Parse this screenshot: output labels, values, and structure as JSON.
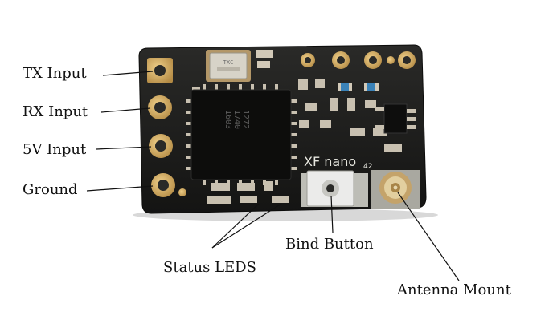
{
  "labels": {
    "tx_input": "TX Input",
    "rx_input": "RX Input",
    "v5_input": "5V Input",
    "ground": "Ground",
    "bind_button": "Bind Button",
    "status_leds": "Status LEDS",
    "antenna_mount": "Antenna Mount"
  },
  "board": {
    "silkscreen": "XF nano",
    "silkscreen_suffix": "42",
    "main_chip_text": [
      "1272",
      "1740",
      "1603"
    ],
    "crystal_text": "TXC"
  },
  "colors": {
    "pcb": "#1e1e1c",
    "gold_pad": "#c9a15a",
    "leader_line": "#111111",
    "label_text": "#111111"
  }
}
